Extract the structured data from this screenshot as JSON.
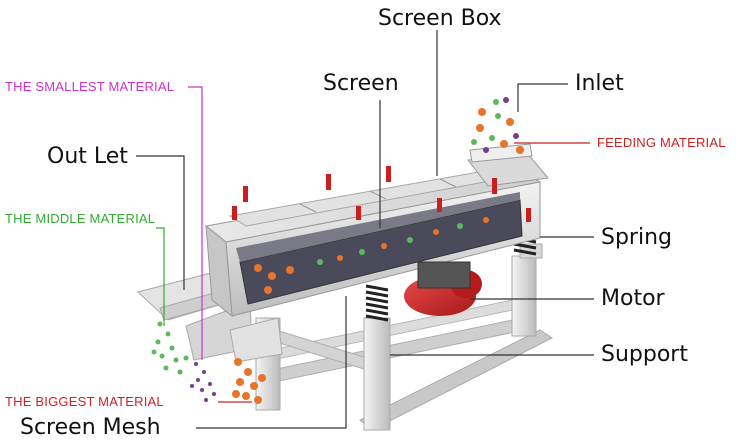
{
  "labels": {
    "screen_box": "Screen Box",
    "screen": "Screen",
    "inlet": "Inlet",
    "feeding_material": "FEEDING MATERIAL",
    "smallest_material": "THE SMALLEST MATERIAL",
    "out_let": "Out Let",
    "middle_material": "THE MIDDLE MATERIAL",
    "spring": "Spring",
    "motor": "Motor",
    "support": "Support",
    "biggest_material": "THE BIGGEST MATERIAL",
    "screen_mesh": "Screen Mesh"
  },
  "colors": {
    "label_text": "#111111",
    "smallest": "#cc33cc",
    "middle": "#33aa33",
    "biggest": "#cc2222",
    "feeding": "#cc2222",
    "leader_gray": "#333333",
    "frame": "#d8d8d8",
    "motor": "#d02a2a",
    "ball_orange": "#e8732a",
    "ball_green": "#5cb85c",
    "ball_purple": "#7a3c8c"
  }
}
